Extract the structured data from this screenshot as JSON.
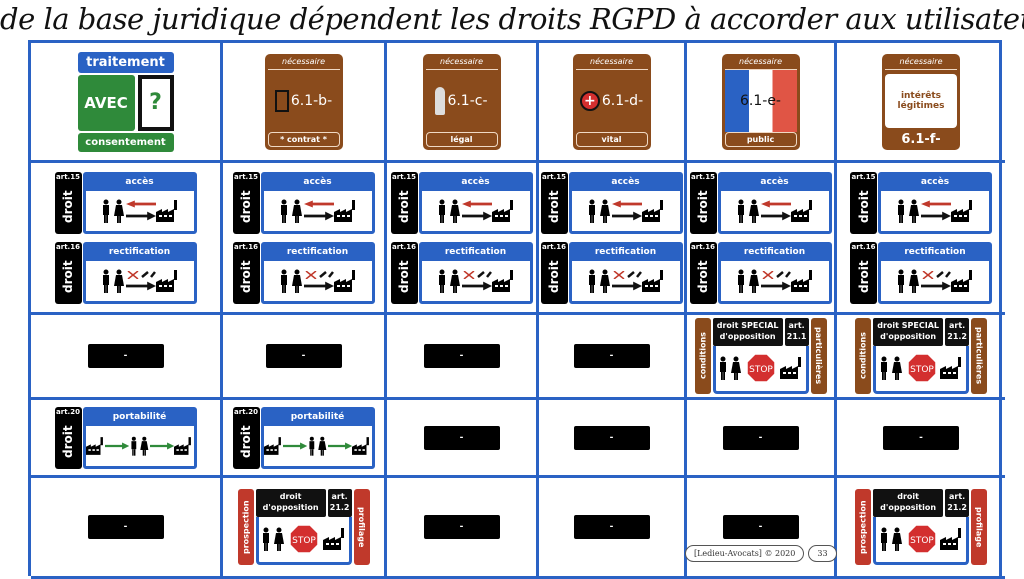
{
  "title": "de la base juridique dépendent les droits RGPD à accorder aux utilisateurs",
  "headers": [
    {
      "type": "consent",
      "top": "traitement",
      "mid": "AVEC",
      "q": "?",
      "bot": "consentement"
    },
    {
      "type": "card",
      "top": "nécessaire",
      "mid": "6.1-b-",
      "bot": "* contrat *",
      "icon": "contract-icon"
    },
    {
      "type": "card",
      "top": "nécessaire",
      "mid": "6.1-c-",
      "bot": "légal",
      "icon": "justice-statue-icon"
    },
    {
      "type": "card",
      "top": "nécessaire",
      "mid": "6.1-d-",
      "bot": "vital",
      "icon": "red-cross-icon"
    },
    {
      "type": "card",
      "top": "nécessaire",
      "mid": "6.1-e-",
      "bot": "public",
      "icon": "french-flag-icon"
    },
    {
      "type": "card",
      "top": "nécessaire",
      "mid": "intérêts légitimes",
      "bot": "6.1-f-",
      "icon": "none"
    }
  ],
  "cards": {
    "acces": {
      "art": "art.15",
      "droit": "droit",
      "label": "accès"
    },
    "rect": {
      "art": "art.16",
      "droit": "droit",
      "label": "rectification"
    },
    "portab": {
      "art": "art.20",
      "droit": "droit",
      "label": "portabilité"
    },
    "dash": "-",
    "stop": "STOP"
  },
  "rows": [
    [
      "ar",
      "ar",
      "ar",
      "ar",
      "ar",
      "ar"
    ],
    [
      "-",
      "-",
      "-",
      "-",
      "sp1",
      "sp2"
    ],
    [
      "po",
      "po",
      "-",
      "-",
      "-",
      "-"
    ],
    [
      "-",
      "op",
      "-",
      "-",
      "-",
      "op"
    ]
  ],
  "special": {
    "sp1": {
      "left": "conditions",
      "line1": "droit SPECIAL",
      "line2": "d'opposition",
      "art1": "art.",
      "art2": "21.1",
      "right": "particulières",
      "color": "#8a4b1c"
    },
    "sp2": {
      "left": "conditions",
      "line1": "droit SPECIAL",
      "line2": "d'opposition",
      "art1": "art.",
      "art2": "21.2",
      "right": "particulières",
      "color": "#8a4b1c"
    },
    "op": {
      "left": "prospection",
      "line1": "droit",
      "line2": "d'opposition",
      "art1": "art.",
      "art2": "21.2",
      "right": "profilage",
      "color": "#c0392b"
    }
  },
  "footer": {
    "credit": "[Ledieu-Avocats] © 2020",
    "page": "33"
  }
}
